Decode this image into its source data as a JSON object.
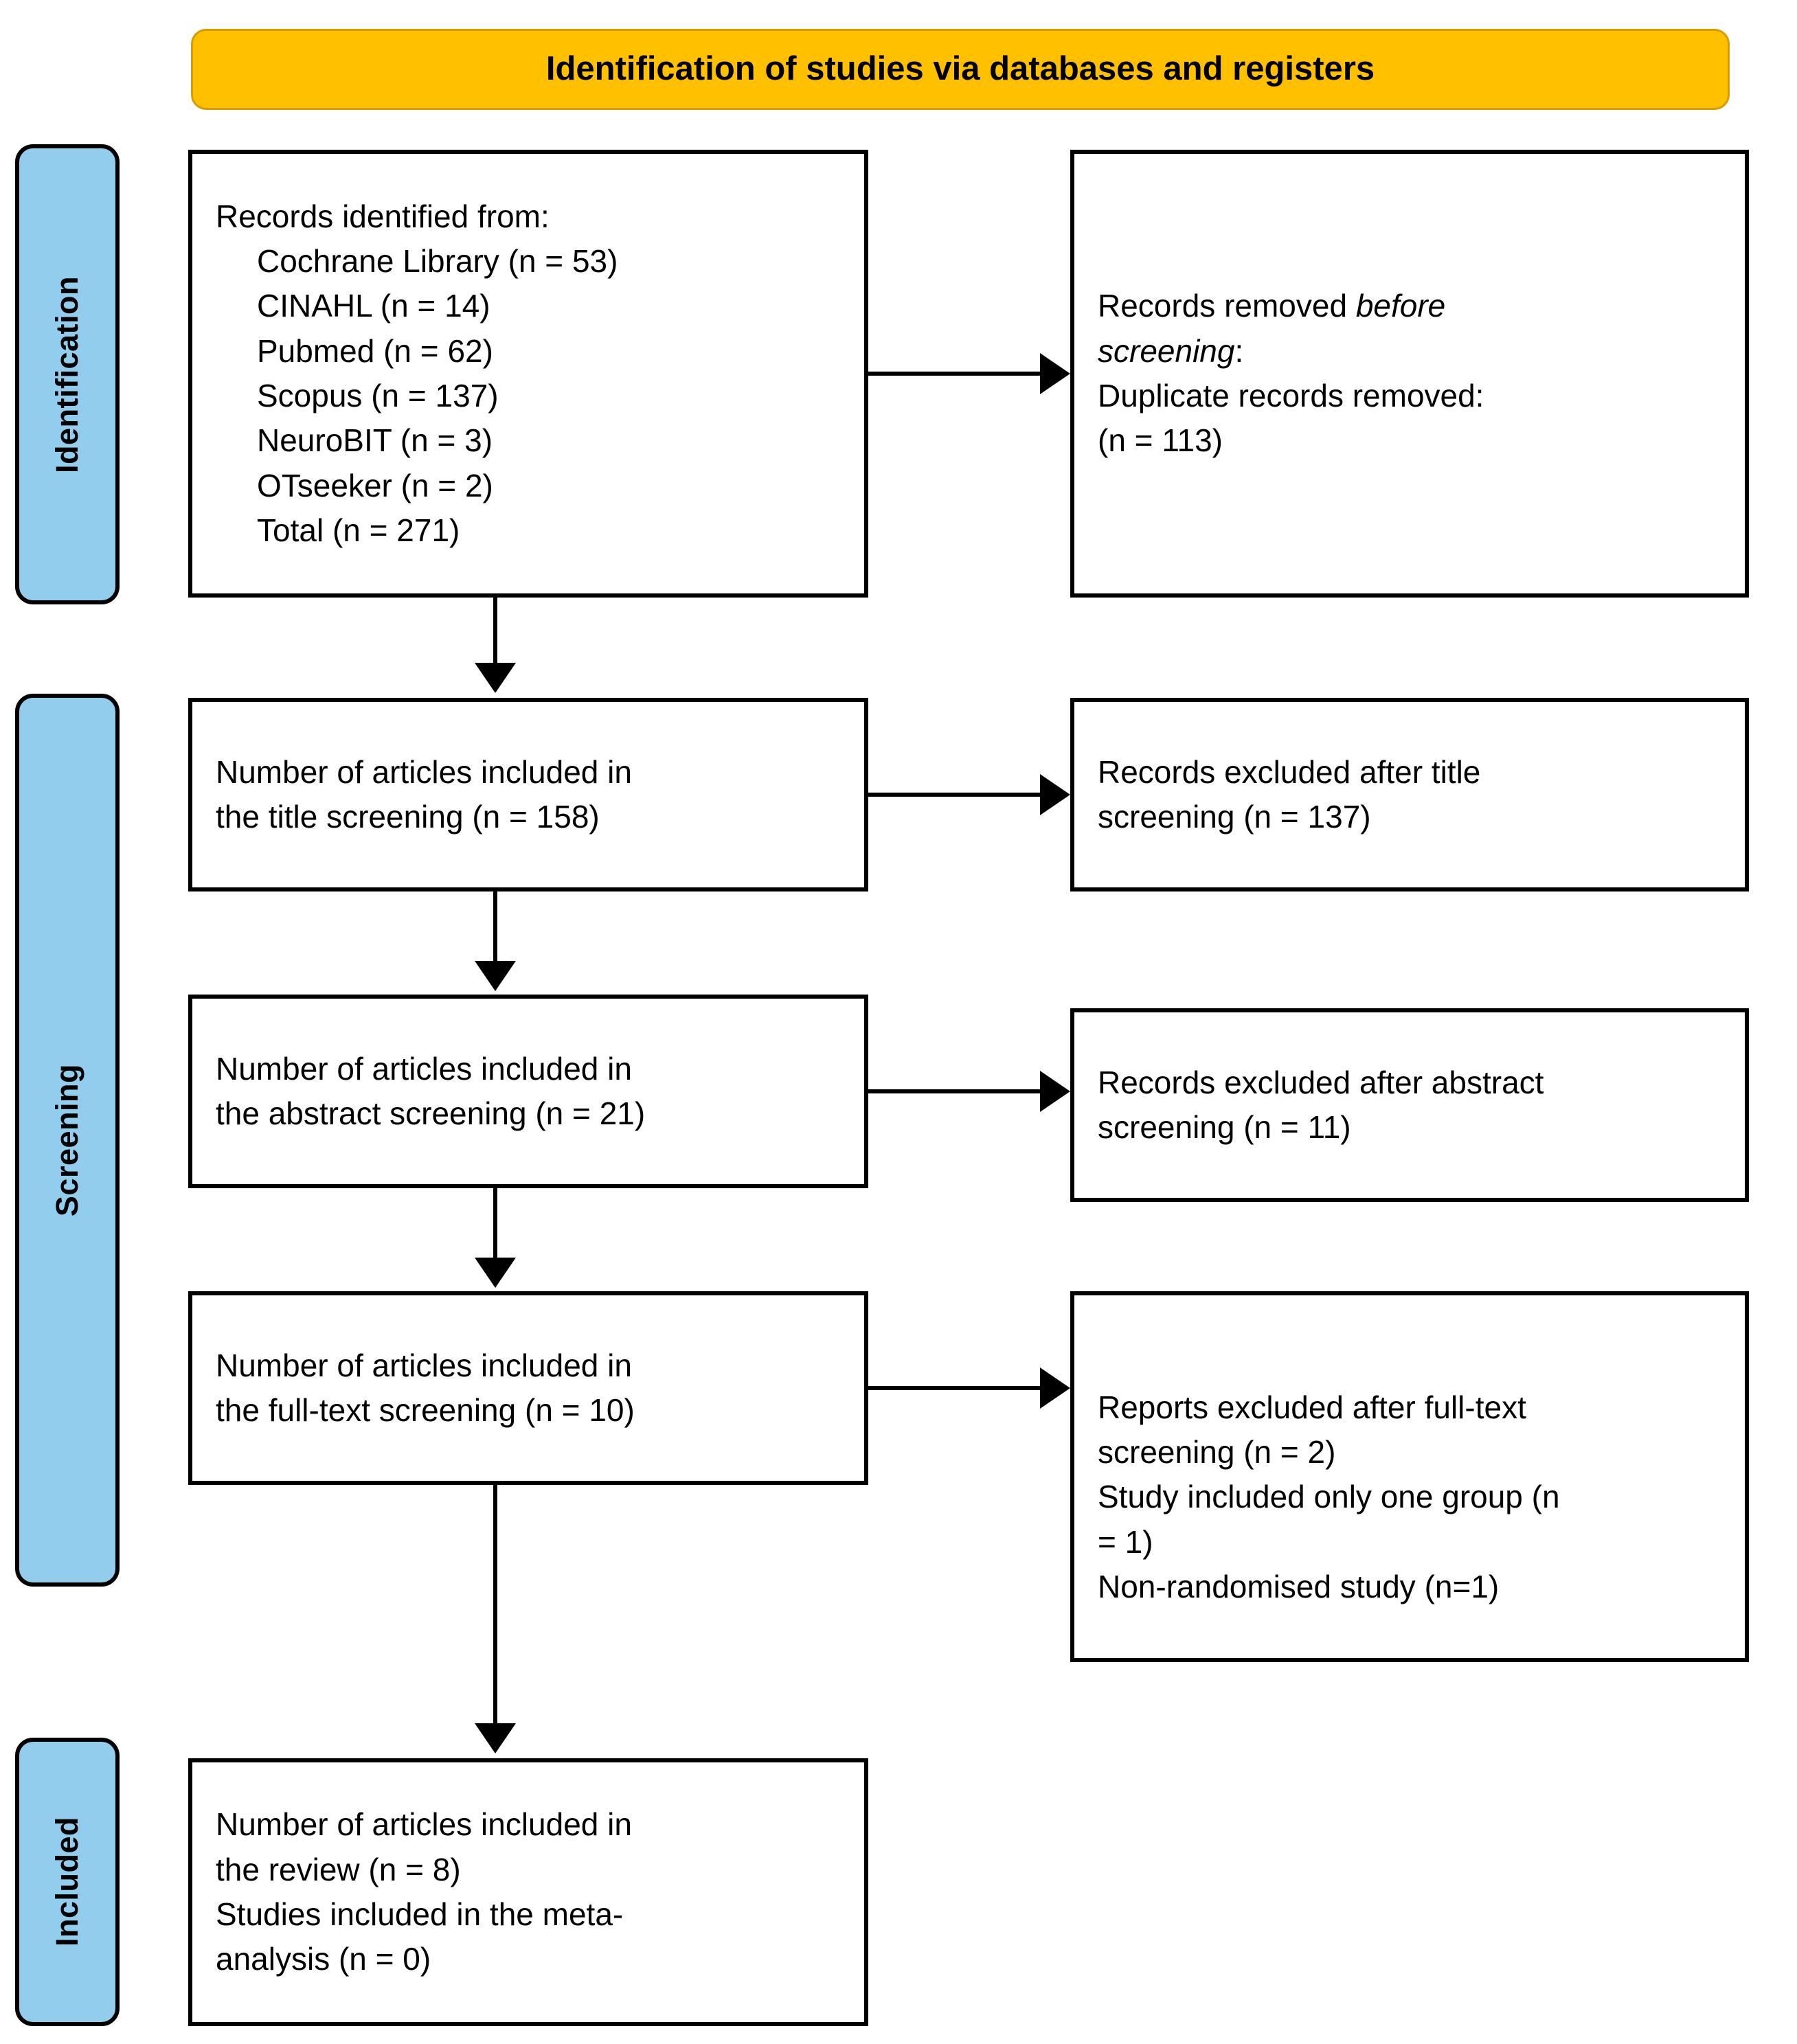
{
  "banner": {
    "title": "Identification of studies via databases and registers"
  },
  "stages": [
    {
      "id": "identification",
      "label": "Identification"
    },
    {
      "id": "screening",
      "label": "Screening"
    },
    {
      "id": "included",
      "label": "Included"
    }
  ],
  "boxes": {
    "identified": {
      "lines": [
        {
          "text": "Records identified from:",
          "indent": false,
          "italic": false
        },
        {
          "text": "Cochrane Library (n = 53)",
          "indent": true,
          "italic": false
        },
        {
          "text": "CINAHL (n = 14)",
          "indent": true,
          "italic": false
        },
        {
          "text": "Pubmed (n = 62)",
          "indent": true,
          "italic": false
        },
        {
          "text": "Scopus (n = 137)",
          "indent": true,
          "italic": false
        },
        {
          "text": "NeuroBIT (n = 3)",
          "indent": true,
          "italic": false
        },
        {
          "text": "OTseeker (n = 2)",
          "indent": true,
          "italic": false
        },
        {
          "text": "Total (n = 271)",
          "indent": true,
          "italic": false
        }
      ]
    },
    "removed_before": {
      "lines": [
        {
          "text": "Records removed ",
          "indent": false,
          "italic": false,
          "tail": "before",
          "tail_italic": true
        },
        {
          "text": "screening",
          "indent": false,
          "italic": true,
          "tail": ":",
          "tail_italic": false
        },
        {
          "text": "Duplicate records removed:",
          "indent": false,
          "italic": false
        },
        {
          "text": "(n = 113)",
          "indent": false,
          "italic": false
        }
      ]
    },
    "title_screening": {
      "lines": [
        {
          "text": "Number of articles included in",
          "indent": false,
          "italic": false
        },
        {
          "text": "the title screening (n = 158)",
          "indent": false,
          "italic": false
        }
      ]
    },
    "excluded_title": {
      "lines": [
        {
          "text": "Records excluded after title",
          "indent": false,
          "italic": false
        },
        {
          "text": "screening (n = 137)",
          "indent": false,
          "italic": false
        }
      ]
    },
    "abstract_screening": {
      "lines": [
        {
          "text": "Number of articles included in",
          "indent": false,
          "italic": false
        },
        {
          "text": "the abstract screening (n = 21)",
          "indent": false,
          "italic": false
        }
      ]
    },
    "excluded_abstract": {
      "lines": [
        {
          "text": "Records excluded after abstract",
          "indent": false,
          "italic": false
        },
        {
          "text": "screening (n = 11)",
          "indent": false,
          "italic": false
        }
      ]
    },
    "fulltext_screening": {
      "lines": [
        {
          "text": "Number of articles included in",
          "indent": false,
          "italic": false
        },
        {
          "text": "the full-text screening (n = 10)",
          "indent": false,
          "italic": false
        }
      ]
    },
    "excluded_fulltext": {
      "lines": [
        {
          "text": "Reports excluded after full-text",
          "indent": false,
          "italic": false
        },
        {
          "text": "screening (n = 2)",
          "indent": false,
          "italic": false
        },
        {
          "text": "Study included only one group (n",
          "indent": false,
          "italic": false
        },
        {
          "text": "= 1)",
          "indent": false,
          "italic": false
        },
        {
          "text": "Non-randomised study (n=1)",
          "indent": false,
          "italic": false
        }
      ]
    },
    "included_final": {
      "lines": [
        {
          "text": "Number of articles included in",
          "indent": false,
          "italic": false
        },
        {
          "text": "the review (n = 8)",
          "indent": false,
          "italic": false
        },
        {
          "text": "Studies included in the meta-",
          "indent": false,
          "italic": false
        },
        {
          "text": "analysis (n = 0)",
          "indent": false,
          "italic": false
        }
      ]
    }
  },
  "colors": {
    "banner_fill": "#FFC000",
    "stage_fill": "#92CDEE",
    "stroke": "#000000",
    "page_background": "#FFFFFF"
  },
  "chart_data": {
    "type": "table",
    "title": "Identification of studies via databases and registers",
    "records_identified": [
      {
        "source": "Cochrane Library",
        "n": 53
      },
      {
        "source": "CINAHL",
        "n": 14
      },
      {
        "source": "Pubmed",
        "n": 62
      },
      {
        "source": "Scopus",
        "n": 137
      },
      {
        "source": "NeuroBIT",
        "n": 3
      },
      {
        "source": "OTseeker",
        "n": 2
      },
      {
        "source": "Total",
        "n": 271
      }
    ],
    "flow": [
      {
        "stage": "Identification",
        "step": "Records identified",
        "n": 271
      },
      {
        "stage": "Identification",
        "step": "Duplicate records removed before screening",
        "n": 113
      },
      {
        "stage": "Screening",
        "step": "Articles included in title screening",
        "n": 158
      },
      {
        "stage": "Screening",
        "step": "Records excluded after title screening",
        "n": 137
      },
      {
        "stage": "Screening",
        "step": "Articles included in abstract screening",
        "n": 21
      },
      {
        "stage": "Screening",
        "step": "Records excluded after abstract screening",
        "n": 11
      },
      {
        "stage": "Screening",
        "step": "Articles included in full-text screening",
        "n": 10
      },
      {
        "stage": "Screening",
        "step": "Reports excluded after full-text screening",
        "n": 2
      },
      {
        "stage": "Screening",
        "step": "Study included only one group",
        "n": 1
      },
      {
        "stage": "Screening",
        "step": "Non-randomised study",
        "n": 1
      },
      {
        "stage": "Included",
        "step": "Articles included in the review",
        "n": 8
      },
      {
        "stage": "Included",
        "step": "Studies included in the meta-analysis",
        "n": 0
      }
    ]
  }
}
